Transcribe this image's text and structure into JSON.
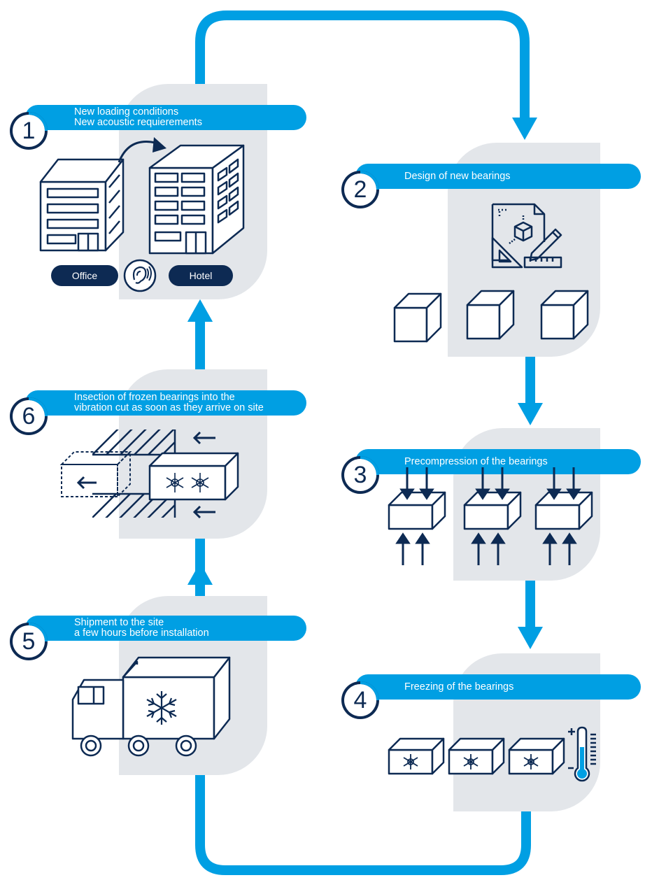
{
  "colors": {
    "accent": "#009fe3",
    "navy": "#0d2a53",
    "panel": "#e3e6ea"
  },
  "steps": [
    {
      "number": "1",
      "lines": [
        "New loading conditions",
        "New acoustic requierements"
      ]
    },
    {
      "number": "2",
      "lines": [
        "Design of new bearings"
      ]
    },
    {
      "number": "3",
      "lines": [
        "Precompression of the bearings"
      ]
    },
    {
      "number": "4",
      "lines": [
        "Freezing of the bearings"
      ]
    },
    {
      "number": "5",
      "lines": [
        "Shipment to the site",
        "a few hours before installation"
      ]
    },
    {
      "number": "6",
      "lines": [
        "Insection of frozen bearings into the",
        "vibration cut as soon as they arrive on site"
      ]
    }
  ],
  "labels": {
    "office": "Office",
    "hotel": "Hotel"
  },
  "icons": [
    "ear-icon",
    "blueprint-icon",
    "snowflake-icon",
    "thermometer-icon",
    "truck-icon",
    "arrow-icon",
    "cube-icon"
  ]
}
